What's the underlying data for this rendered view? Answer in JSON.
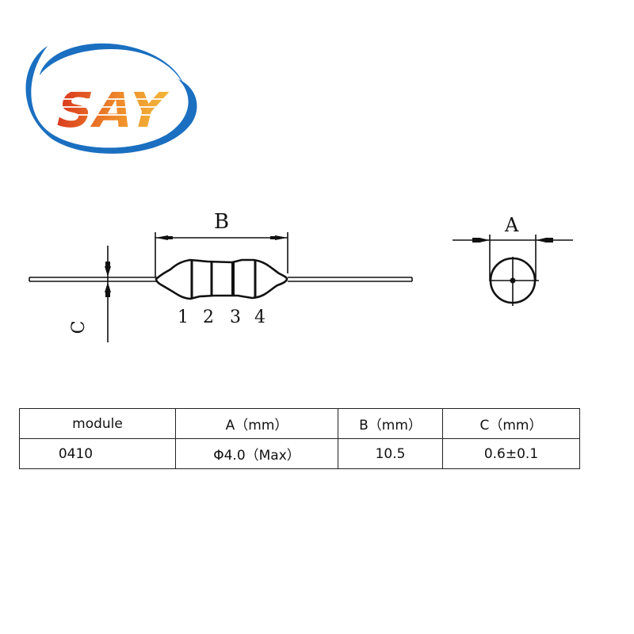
{
  "logo": {
    "text": "SAY",
    "ring_color": "#1a6fc0",
    "text_gradient": [
      "#d9381e",
      "#ef8a2a",
      "#f2b83a"
    ]
  },
  "drawing": {
    "side_view": {
      "dim_label_length": "B",
      "dim_label_lead": "C",
      "band_numbers": [
        "1",
        "2",
        "3",
        "4"
      ]
    },
    "end_view": {
      "dim_label_diameter": "A"
    }
  },
  "table": {
    "headers": [
      "module",
      "A（mm）",
      "B（mm）",
      "C（mm）"
    ],
    "rows": [
      [
        "0410",
        "Φ4.0（Max）",
        "10.5",
        "0.6±0.1"
      ]
    ]
  }
}
